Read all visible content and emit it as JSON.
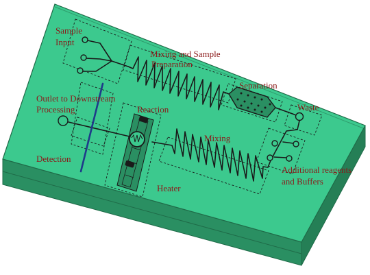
{
  "diagram": {
    "colors": {
      "chip_top": "#3cc98e",
      "chip_side": "#2a8f62",
      "chip_edge": "#1f6b48",
      "label": "#8b1a1a",
      "channel": "#1a1a1a",
      "detector": "#1f3a8a"
    },
    "labels": {
      "sample_input_1": "Sample",
      "sample_input_2": "Input",
      "mixing_prep_1": "Mixing and Sample",
      "mixing_prep_2": "Preparation",
      "separation": "Separation",
      "outlet_1": "Outlet to Downstream",
      "outlet_2": "Processing",
      "reaction": "Reaction",
      "waste": "Waste",
      "mixing": "Mixing",
      "detection": "Detection",
      "additional_1": "Additional reagents",
      "additional_2": "and Buffers",
      "heater": "Heater"
    }
  }
}
